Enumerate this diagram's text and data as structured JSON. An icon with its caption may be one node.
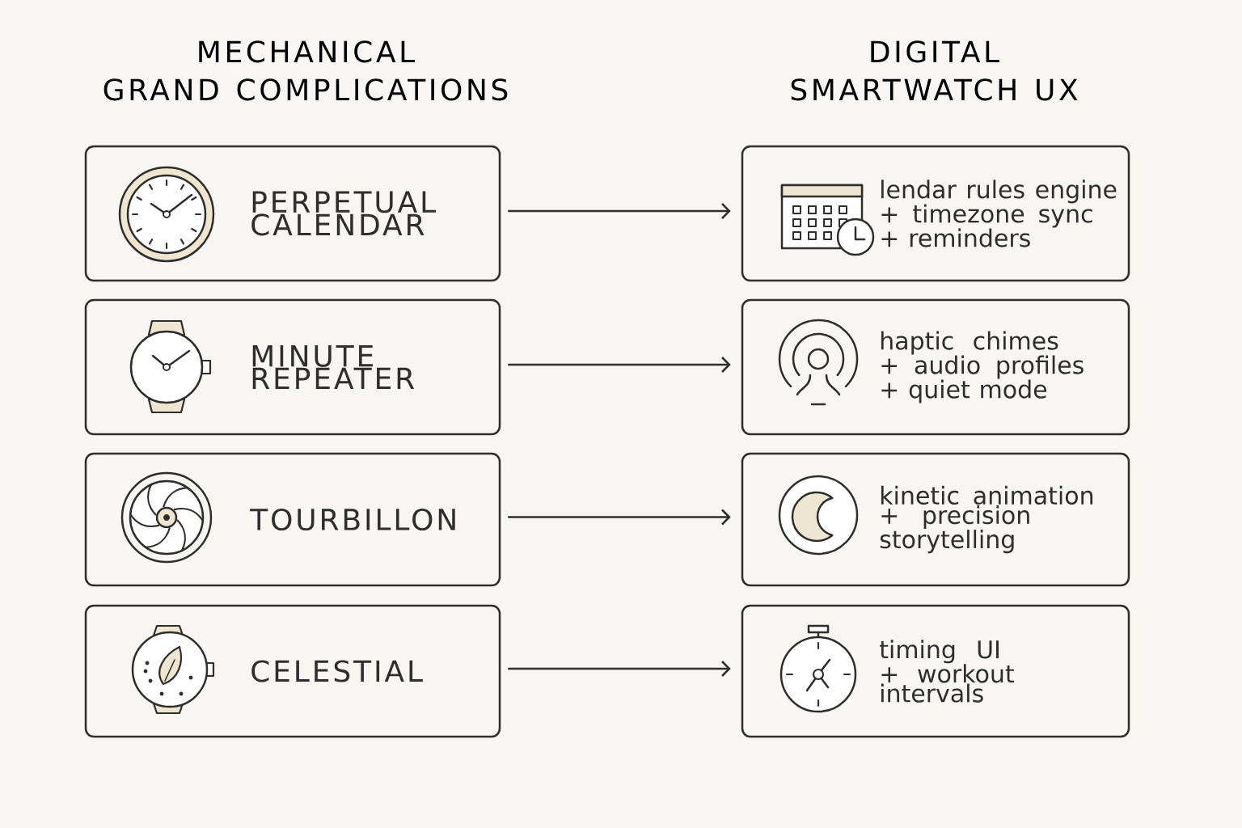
{
  "diagram": {
    "nodes": [
      {
        "text": [
          "PERPETUAL CALENDAR"
        ]
      },
      {
        "text": [
          "MINUTE REPEATER"
        ]
      },
      {
        "text": [
          "TOURBILLON"
        ]
      },
      {
        "text": [
          "CELESTIAL"
        ]
      },
      {
        "text": [
          "lendar rules engine + timezone sync + reminders"
        ]
      },
      {
        "text": [
          "haptic chimes + audio profiles + quiet mode"
        ]
      },
      {
        "text": [
          "kinetic animation + precision storytelling"
        ]
      },
      {
        "text": [
          "timing UI + workout intervals"
        ]
      }
    ],
    "edges": [
      {
        "from": 0,
        "to": 4,
        "arrow": "to"
      },
      {
        "from": 1,
        "to": 5,
        "arrow": "to"
      },
      {
        "from": 2,
        "to": 6,
        "arrow": "to"
      },
      {
        "from": 3,
        "to": 7,
        "arrow": "to"
      }
    ],
    "labels": [
      "MECHANICAL GRAND COMPLICATIONS",
      "DIGITAL SMARTWATCH UX"
    ]
  }
}
